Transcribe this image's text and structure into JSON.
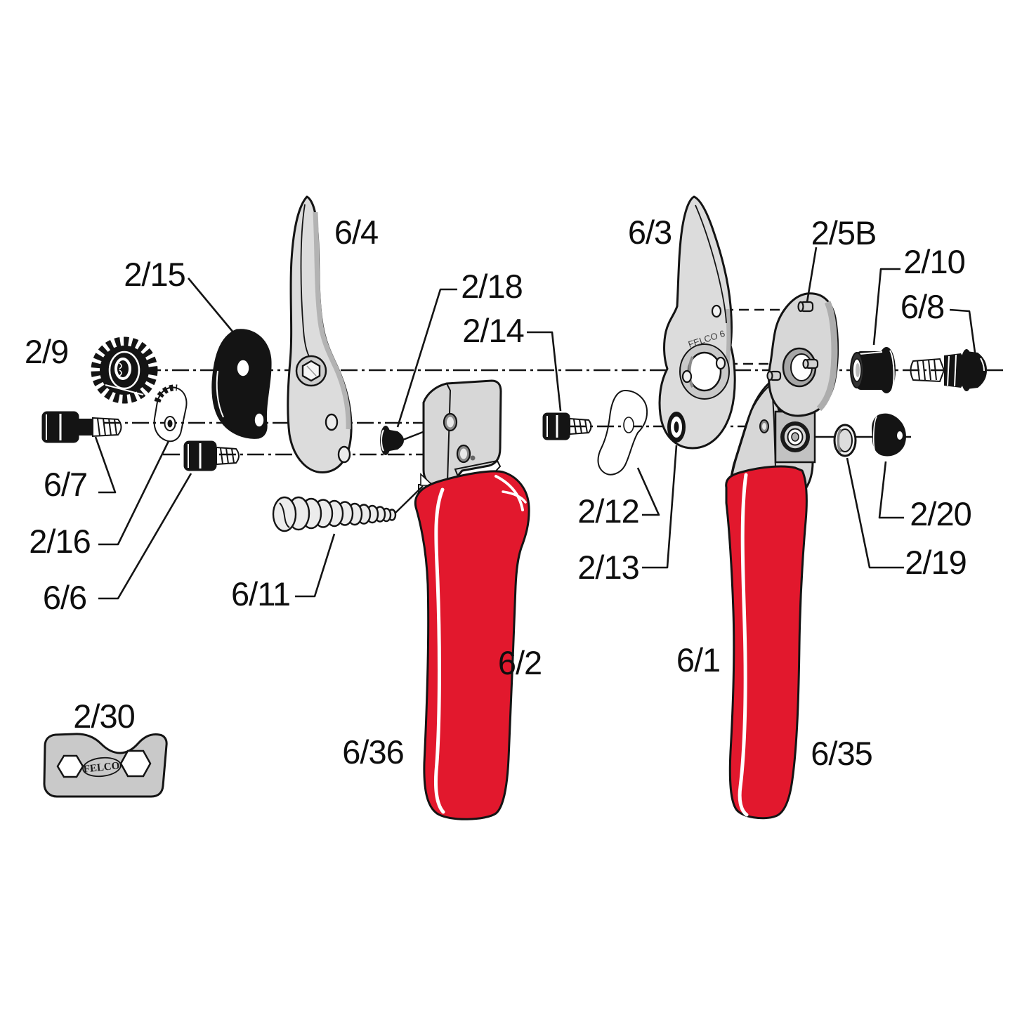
{
  "diagram": {
    "kind": "exploded-parts-diagram",
    "subject": "FELCO pruning shear (secateurs) spare parts",
    "background": "#ffffff",
    "colors": {
      "handle_red": "#e2182d",
      "metal_light": "#d7d7d7",
      "metal_mid": "#b9b9b9",
      "metal_dark": "#a5a5a5",
      "hardware_black": "#141414",
      "line": "#141414",
      "highlight_white": "#ffffff"
    },
    "labels": {
      "p2_15": "2/15",
      "p6_4": "6/4",
      "p2_9": "2/9",
      "p6_7": "6/7",
      "p2_16": "2/16",
      "p6_6": "6/6",
      "p6_11": "6/11",
      "p2_18": "2/18",
      "p2_14": "2/14",
      "p6_2": "6/2",
      "p6_36": "6/36",
      "p2_30": "2/30",
      "p6_3": "6/3",
      "p2_5B": "2/5B",
      "p2_10": "2/10",
      "p6_8": "6/8",
      "p2_12": "2/12",
      "p2_13": "2/13",
      "p2_20": "2/20",
      "p2_19": "2/19",
      "p6_1": "6/1",
      "p6_35": "6/35"
    },
    "stamps": {
      "blade": "FELCO 6",
      "wrench": "FELCO"
    }
  }
}
